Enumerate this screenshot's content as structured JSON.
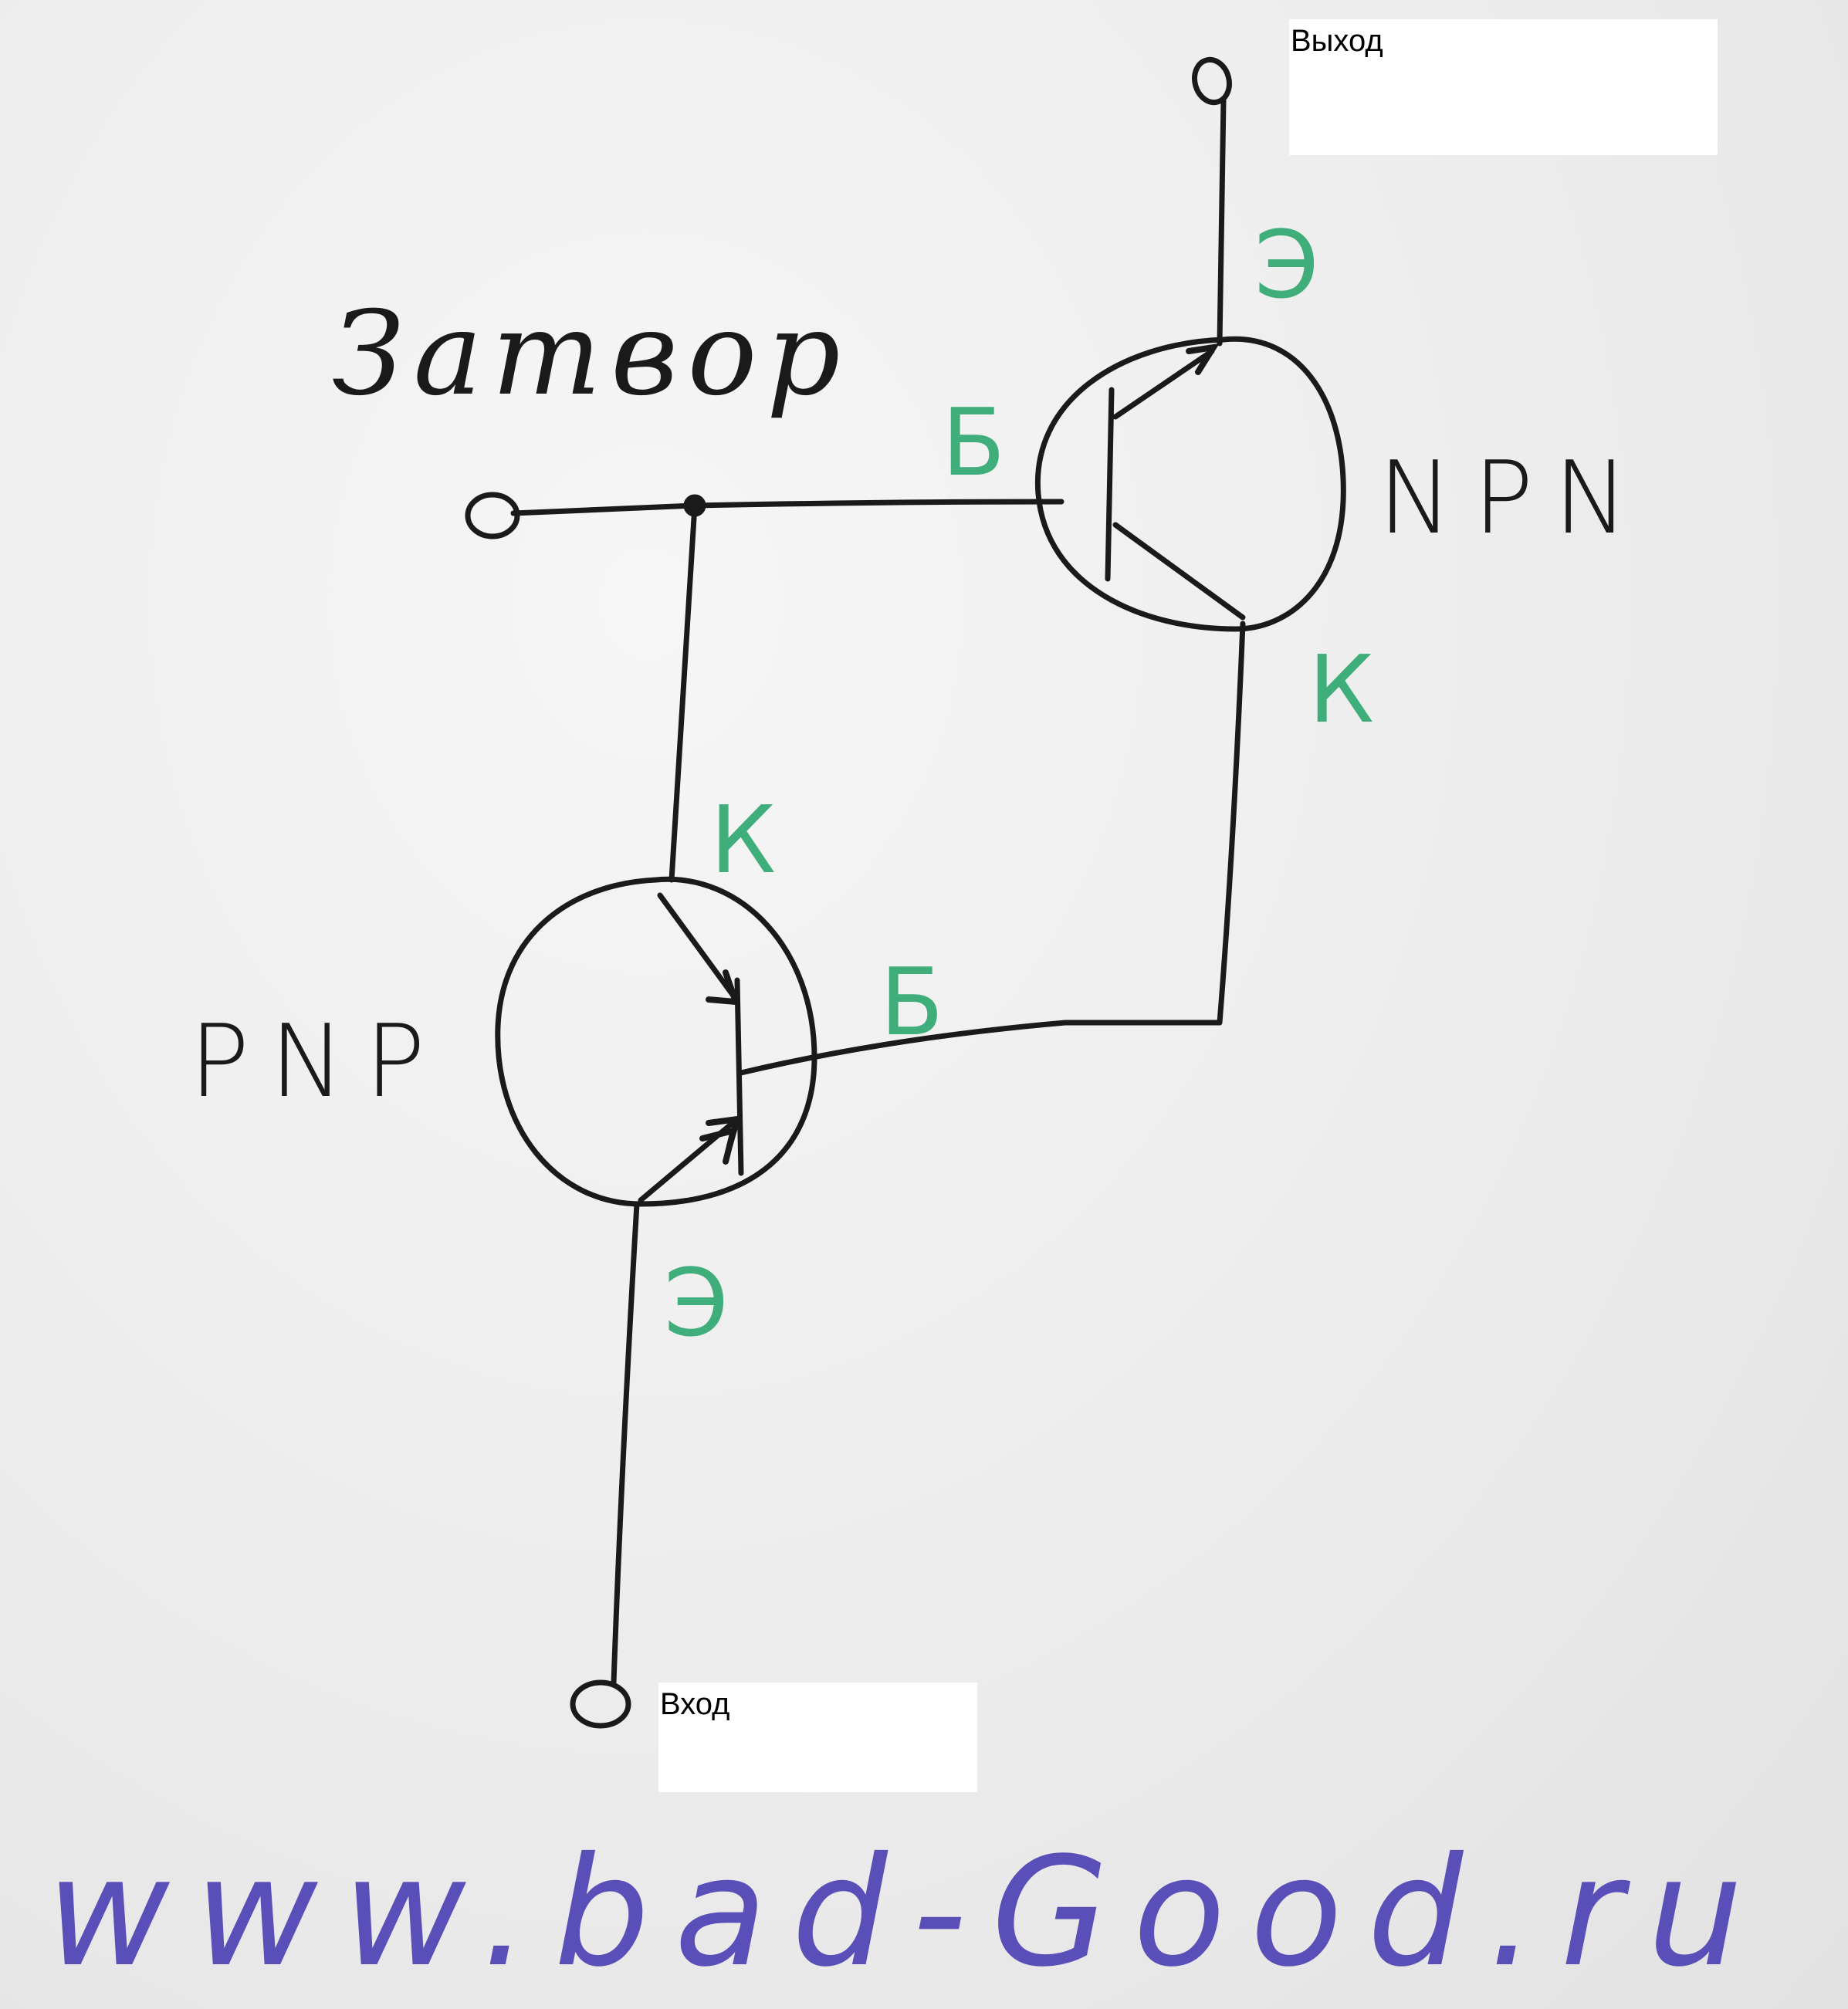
{
  "colors": {
    "ink": "#1a1a1a",
    "terminal_labels": "#3fae7a",
    "watermark": "#5a4fb8",
    "paper": "#ececec"
  },
  "labels": {
    "output": "Выход",
    "input": "Вход",
    "gate": "Затвор",
    "npn": "NPN",
    "pnp": "PNP"
  },
  "npn_terminals": {
    "emitter": "Э",
    "base": "Б",
    "collector": "К"
  },
  "pnp_terminals": {
    "collector": "К",
    "base": "Б",
    "emitter": "Э"
  },
  "watermark": "www.bad-Good.ru"
}
